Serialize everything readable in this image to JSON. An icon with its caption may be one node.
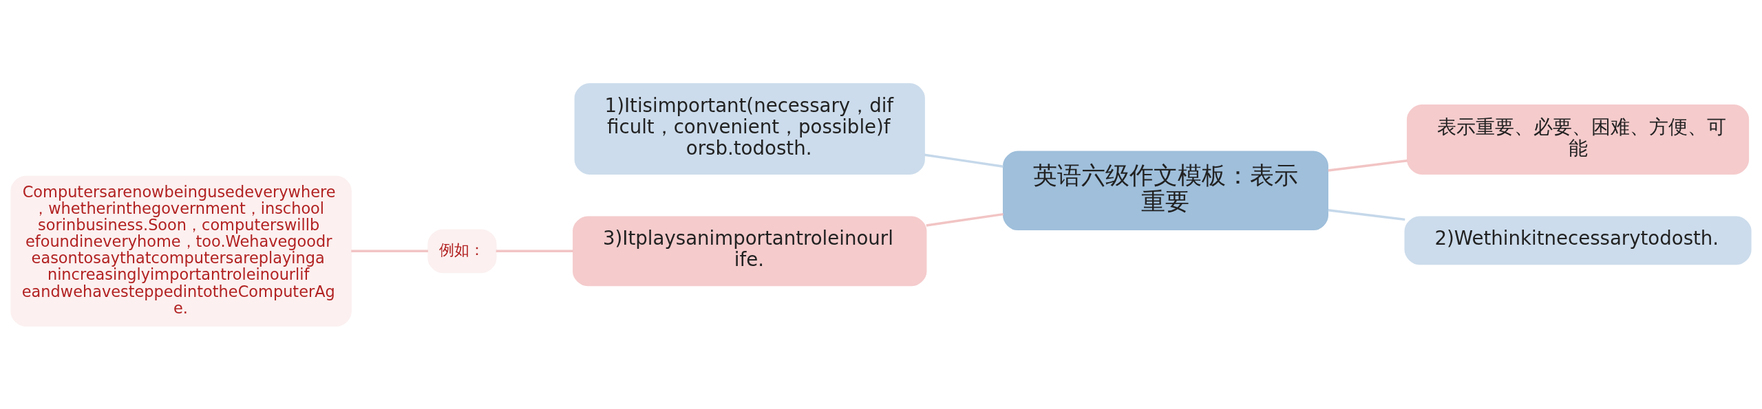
{
  "diagram": {
    "nodes": [
      {
        "text": [
          "英语六级作文模板：表示重要"
        ]
      },
      {
        "text": [
          "1)Itisimportant(necessary，difficult，convenient，possible)forsb.todosth."
        ]
      },
      {
        "text": [
          "表示重要、必要、困难、方便、可能"
        ]
      },
      {
        "text": [
          "2)Wethinkitnecessarytodosth."
        ]
      },
      {
        "text": [
          "3)Itplaysanimportantroleinourlife."
        ]
      },
      {
        "text": [
          "例如："
        ]
      },
      {
        "text": [
          "Computersarenowbeingusedeverywhere，whetherinthegovernment，inschoolsorinbusiness.Soon，computerswillbefoundineveryhome，too.WehavegoodreasontosaythatcomputersareplayinganincreasinglyimportantroleinourlifeandwehavesteppedintotheComputerAge."
        ]
      }
    ],
    "edges": [
      {
        "from": 0,
        "to": 1,
        "arrow": "none",
        "color": "#c5d8ea"
      },
      {
        "from": 0,
        "to": 2,
        "arrow": "none"
      },
      {
        "from": 0,
        "to": 3,
        "arrow": "none",
        "color": "#c5d8ea"
      },
      {
        "from": 0,
        "to": 4,
        "arrow": "none"
      },
      {
        "from": 4,
        "to": 5,
        "arrow": "none"
      },
      {
        "from": 5,
        "to": 6,
        "arrow": "none"
      }
    ]
  }
}
